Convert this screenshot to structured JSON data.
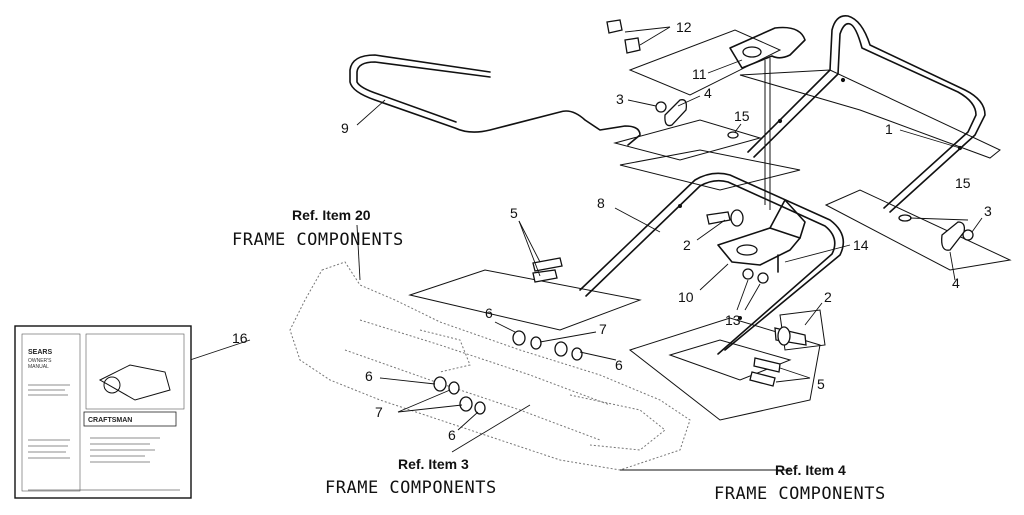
{
  "callouts": {
    "c1": "1",
    "c2a": "2",
    "c2b": "2",
    "c3a": "3",
    "c3b": "3",
    "c4a": "4",
    "c4b": "4",
    "c5a": "5",
    "c5b": "5",
    "c6a": "6",
    "c6b": "6",
    "c6c": "6",
    "c6d": "6",
    "c7a": "7",
    "c7b": "7",
    "c8": "8",
    "c9": "9",
    "c10": "10",
    "c11": "11",
    "c12": "12",
    "c13": "13",
    "c14": "14",
    "c15a": "15",
    "c15b": "15",
    "c16": "16"
  },
  "references": {
    "item20": {
      "ref": "Ref. Item 20",
      "caption": "FRAME COMPONENTS"
    },
    "item3": {
      "ref": "Ref. Item 3",
      "caption": "FRAME COMPONENTS"
    },
    "item4": {
      "ref": "Ref. Item 4",
      "caption": "FRAME COMPONENTS"
    }
  },
  "manual": {
    "brand_top": "SEARS",
    "line1": "OWNER'S",
    "line2": "MANUAL",
    "brand": "CRAFTSMAN"
  }
}
